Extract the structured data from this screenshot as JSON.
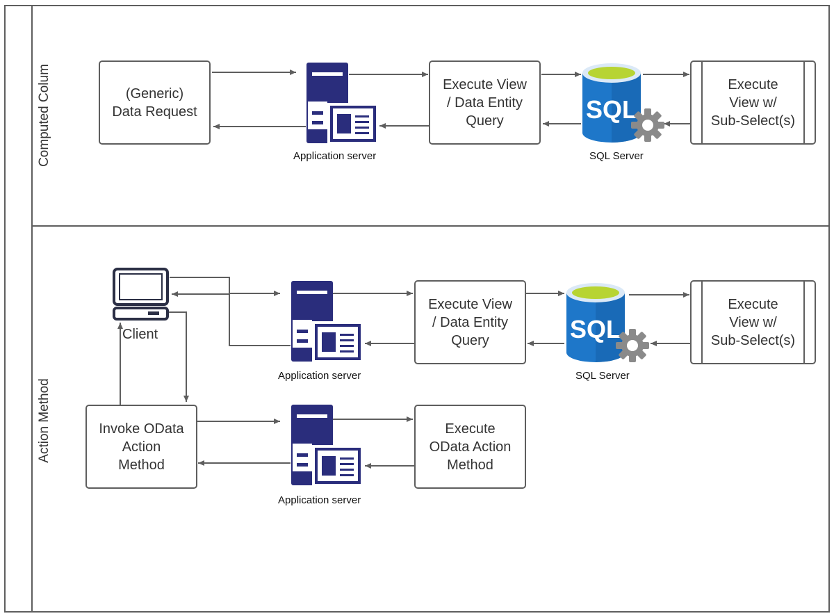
{
  "lanes": {
    "computed": {
      "label": "Computed Colum"
    },
    "action": {
      "label": "Action Method"
    }
  },
  "nodes": {
    "generic_request": "(Generic)\nData Request",
    "execute_view_top": "Execute View\n/ Data Entity\nQuery",
    "sub_select_top": "Execute\nView w/\nSub-Select(s)",
    "execute_view_mid": "Execute View\n/ Data Entity\nQuery",
    "sub_select_mid": "Execute\nView w/\nSub-Select(s)",
    "invoke_odata": "Invoke OData\nAction\nMethod",
    "execute_odata": "Execute\nOData Action\nMethod"
  },
  "icons": {
    "app_server_caption": "Application server",
    "sql_server_caption": "SQL Server",
    "sql_text": "SQL",
    "client_caption": "Client"
  },
  "colors": {
    "server_navy": "#2a2d7c",
    "sql_blue": "#1e77c9",
    "sql_top_green": "#b7d433",
    "gear_gray": "#8a8a8a",
    "line_gray": "#5e5e5e"
  }
}
